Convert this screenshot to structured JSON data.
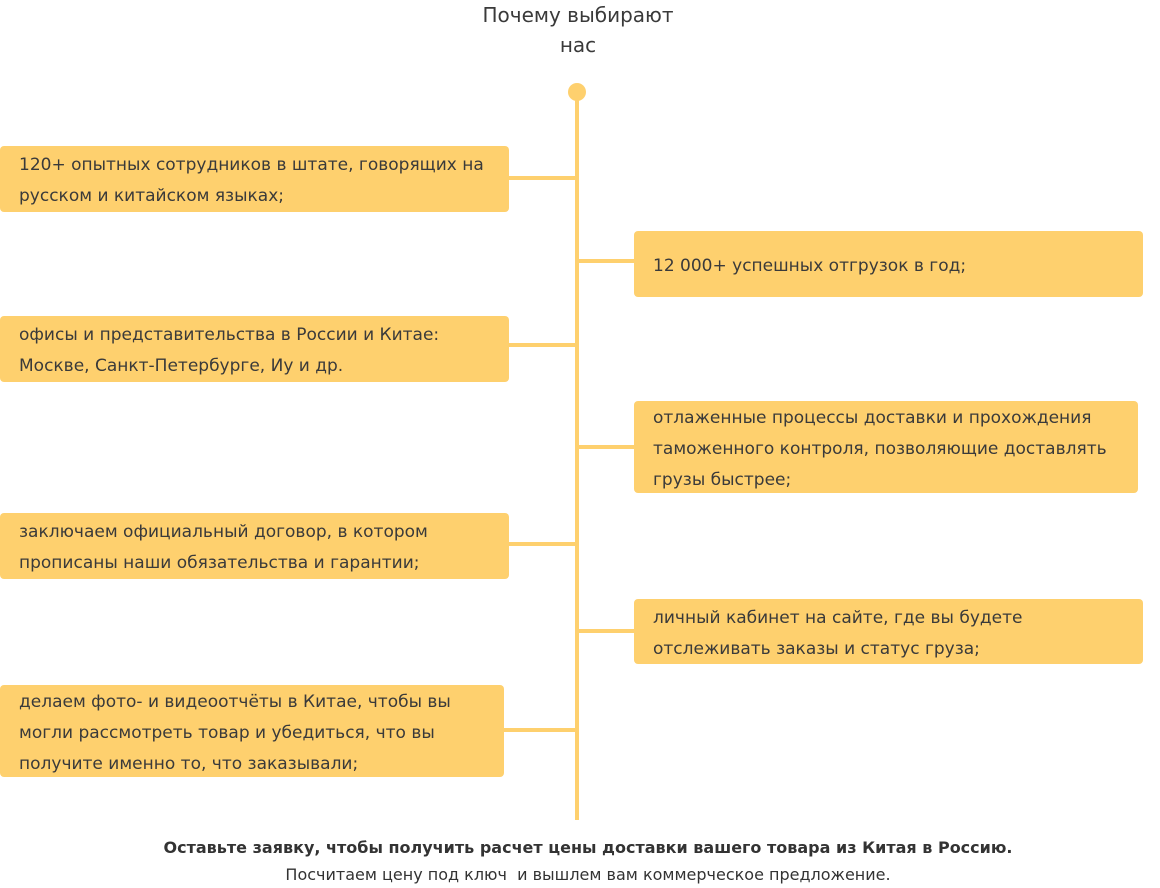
{
  "header": {
    "title_line1": "Почему выбирают",
    "title_line2": "нас"
  },
  "colors": {
    "accent": "#fed06e",
    "text": "#3a3a3a"
  },
  "timeline": {
    "items": [
      {
        "side": "left",
        "text": "120+ опытных сотрудников в штате, говорящих на русском и китайском языках;"
      },
      {
        "side": "right",
        "text": "12 000+ успешных отгрузок в год;"
      },
      {
        "side": "left",
        "text": "офисы и представительства в России и Китае: Москве, Санкт-Петербурге, Иу и др."
      },
      {
        "side": "right",
        "text": "отлаженные процессы доставки и прохождения таможенного контроля, позволяющие доставлять грузы быстрее;"
      },
      {
        "side": "left",
        "text": "заключаем официальный договор, в котором прописаны наши обязательства и гарантии;"
      },
      {
        "side": "right",
        "text": "личный кабинет на сайте, где вы будете отслеживать заказы и статус груза;"
      },
      {
        "side": "left",
        "text": "делаем фото- и видеоотчёты в Китае, чтобы вы могли рассмотреть товар и убедиться, что вы получите именно то, что заказывали;"
      }
    ]
  },
  "footer": {
    "main": "Оставьте заявку, чтобы получить расчет цены доставки вашего товара из Китая в Россию.",
    "sub": "Посчитаем цену под ключ  и вышлем вам коммерческое предложение."
  }
}
